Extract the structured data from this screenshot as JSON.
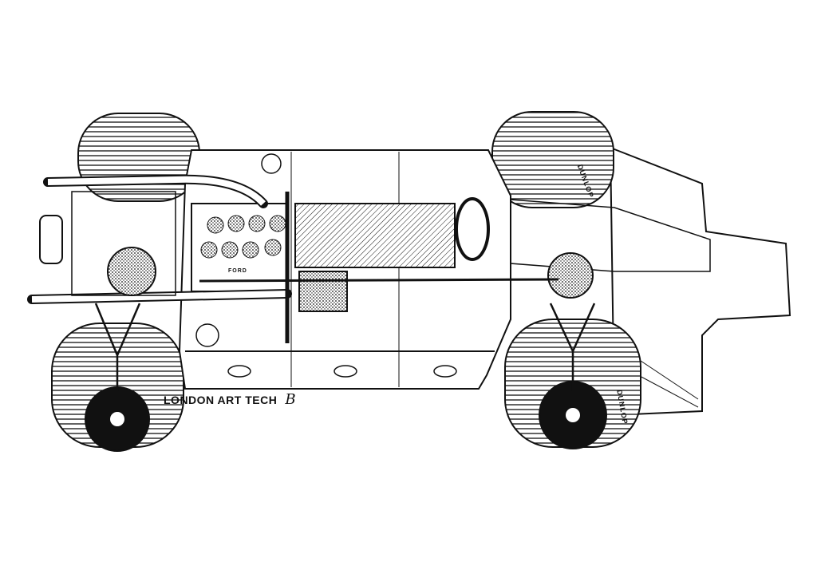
{
  "illustration": {
    "credit": "LONDON ART TECH",
    "signature": "B",
    "engine_label": "FORD",
    "tire_brand": "DUNLOP"
  },
  "colors": {
    "ink": "#111111",
    "paper": "#ffffff",
    "stipple": "#888888"
  }
}
